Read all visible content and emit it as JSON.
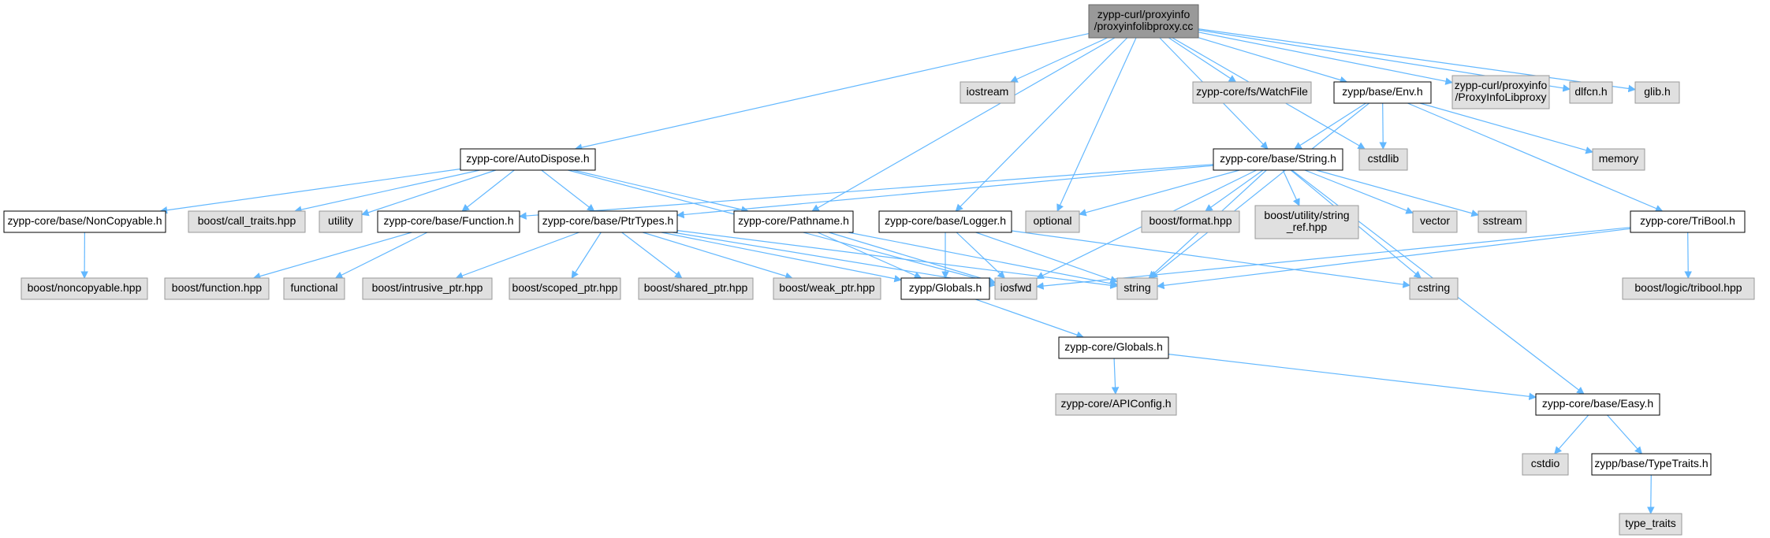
{
  "colors": {
    "edge": "#63b8ff",
    "internal_fill": "#ffffff",
    "internal_stroke": "#000000",
    "external_fill": "#e0e0e0",
    "external_stroke": "#999999",
    "root_fill": "#999999",
    "root_stroke": "#666666"
  },
  "nodes": [
    {
      "id": "root",
      "kind": "root",
      "lines": [
        "zypp-curl/proxyinfo",
        "/proxyinfolibproxy.cc"
      ]
    },
    {
      "id": "iostream",
      "kind": "external",
      "lines": [
        "iostream"
      ]
    },
    {
      "id": "watchfile",
      "kind": "external",
      "lines": [
        "zypp-core/fs/WatchFile"
      ]
    },
    {
      "id": "env",
      "kind": "internal",
      "lines": [
        "zypp/base/Env.h"
      ]
    },
    {
      "id": "proxyinfolibproxy",
      "kind": "external",
      "lines": [
        "zypp-curl/proxyinfo",
        "/ProxyInfoLibproxy"
      ]
    },
    {
      "id": "dlfcn",
      "kind": "external",
      "lines": [
        "dlfcn.h"
      ]
    },
    {
      "id": "glib",
      "kind": "external",
      "lines": [
        "glib.h"
      ]
    },
    {
      "id": "autodispose",
      "kind": "internal",
      "lines": [
        "zypp-core/AutoDispose.h"
      ]
    },
    {
      "id": "string_h",
      "kind": "internal",
      "lines": [
        "zypp-core/base/String.h"
      ]
    },
    {
      "id": "cstdlib",
      "kind": "external",
      "lines": [
        "cstdlib"
      ]
    },
    {
      "id": "memory",
      "kind": "external",
      "lines": [
        "memory"
      ]
    },
    {
      "id": "noncopyable",
      "kind": "internal",
      "lines": [
        "zypp-core/base/NonCopyable.h"
      ]
    },
    {
      "id": "call_traits",
      "kind": "external",
      "lines": [
        "boost/call_traits.hpp"
      ]
    },
    {
      "id": "utility",
      "kind": "external",
      "lines": [
        "utility"
      ]
    },
    {
      "id": "function_h",
      "kind": "internal",
      "lines": [
        "zypp-core/base/Function.h"
      ]
    },
    {
      "id": "ptrtypes",
      "kind": "internal",
      "lines": [
        "zypp-core/base/PtrTypes.h"
      ]
    },
    {
      "id": "pathname",
      "kind": "internal",
      "lines": [
        "zypp-core/Pathname.h"
      ]
    },
    {
      "id": "logger",
      "kind": "internal",
      "lines": [
        "zypp-core/base/Logger.h"
      ]
    },
    {
      "id": "optional",
      "kind": "external",
      "lines": [
        "optional"
      ]
    },
    {
      "id": "format",
      "kind": "external",
      "lines": [
        "boost/format.hpp"
      ]
    },
    {
      "id": "string_ref",
      "kind": "external",
      "lines": [
        "boost/utility/string",
        "_ref.hpp"
      ]
    },
    {
      "id": "vector",
      "kind": "external",
      "lines": [
        "vector"
      ]
    },
    {
      "id": "sstream",
      "kind": "external",
      "lines": [
        "sstream"
      ]
    },
    {
      "id": "tribool_h",
      "kind": "internal",
      "lines": [
        "zypp-core/TriBool.h"
      ]
    },
    {
      "id": "noncopyable_hpp",
      "kind": "external",
      "lines": [
        "boost/noncopyable.hpp"
      ]
    },
    {
      "id": "function_hpp",
      "kind": "external",
      "lines": [
        "boost/function.hpp"
      ]
    },
    {
      "id": "functional",
      "kind": "external",
      "lines": [
        "functional"
      ]
    },
    {
      "id": "intrusive_ptr",
      "kind": "external",
      "lines": [
        "boost/intrusive_ptr.hpp"
      ]
    },
    {
      "id": "scoped_ptr",
      "kind": "external",
      "lines": [
        "boost/scoped_ptr.hpp"
      ]
    },
    {
      "id": "shared_ptr",
      "kind": "external",
      "lines": [
        "boost/shared_ptr.hpp"
      ]
    },
    {
      "id": "weak_ptr",
      "kind": "external",
      "lines": [
        "boost/weak_ptr.hpp"
      ]
    },
    {
      "id": "zypp_globals",
      "kind": "internal",
      "lines": [
        "zypp/Globals.h"
      ]
    },
    {
      "id": "iosfwd",
      "kind": "external",
      "lines": [
        "iosfwd"
      ]
    },
    {
      "id": "string_std",
      "kind": "external",
      "lines": [
        "string"
      ]
    },
    {
      "id": "cstring",
      "kind": "external",
      "lines": [
        "cstring"
      ]
    },
    {
      "id": "tribool_hpp",
      "kind": "external",
      "lines": [
        "boost/logic/tribool.hpp"
      ]
    },
    {
      "id": "core_globals",
      "kind": "internal",
      "lines": [
        "zypp-core/Globals.h"
      ]
    },
    {
      "id": "apiconfig",
      "kind": "external",
      "lines": [
        "zypp-core/APIConfig.h"
      ]
    },
    {
      "id": "easy",
      "kind": "internal",
      "lines": [
        "zypp-core/base/Easy.h"
      ]
    },
    {
      "id": "cstdio",
      "kind": "external",
      "lines": [
        "cstdio"
      ]
    },
    {
      "id": "typetraits",
      "kind": "internal",
      "lines": [
        "zypp/base/TypeTraits.h"
      ]
    },
    {
      "id": "type_traits",
      "kind": "external",
      "lines": [
        "type_traits"
      ]
    }
  ],
  "edges": [
    [
      "root",
      "autodispose"
    ],
    [
      "root",
      "pathname"
    ],
    [
      "root",
      "iostream"
    ],
    [
      "root",
      "logger"
    ],
    [
      "root",
      "optional"
    ],
    [
      "root",
      "string_h"
    ],
    [
      "root",
      "cstdlib"
    ],
    [
      "root",
      "watchfile"
    ],
    [
      "root",
      "env"
    ],
    [
      "root",
      "proxyinfolibproxy"
    ],
    [
      "root",
      "dlfcn"
    ],
    [
      "root",
      "glib"
    ],
    [
      "autodispose",
      "noncopyable"
    ],
    [
      "autodispose",
      "call_traits"
    ],
    [
      "autodispose",
      "utility"
    ],
    [
      "autodispose",
      "function_h"
    ],
    [
      "autodispose",
      "ptrtypes"
    ],
    [
      "autodispose",
      "pathname"
    ],
    [
      "autodispose",
      "iosfwd"
    ],
    [
      "env",
      "string_h"
    ],
    [
      "env",
      "cstdlib"
    ],
    [
      "env",
      "memory"
    ],
    [
      "env",
      "tribool_h"
    ],
    [
      "env",
      "string_std"
    ],
    [
      "string_h",
      "function_h"
    ],
    [
      "string_h",
      "ptrtypes"
    ],
    [
      "string_h",
      "optional"
    ],
    [
      "string_h",
      "format"
    ],
    [
      "string_h",
      "string_ref"
    ],
    [
      "string_h",
      "vector"
    ],
    [
      "string_h",
      "sstream"
    ],
    [
      "string_h",
      "cstring"
    ],
    [
      "string_h",
      "string_std"
    ],
    [
      "string_h",
      "iosfwd"
    ],
    [
      "string_h",
      "easy"
    ],
    [
      "noncopyable",
      "noncopyable_hpp"
    ],
    [
      "function_h",
      "function_hpp"
    ],
    [
      "function_h",
      "functional"
    ],
    [
      "ptrtypes",
      "intrusive_ptr"
    ],
    [
      "ptrtypes",
      "scoped_ptr"
    ],
    [
      "ptrtypes",
      "shared_ptr"
    ],
    [
      "ptrtypes",
      "weak_ptr"
    ],
    [
      "ptrtypes",
      "zypp_globals"
    ],
    [
      "ptrtypes",
      "iosfwd"
    ],
    [
      "ptrtypes",
      "string_std"
    ],
    [
      "pathname",
      "zypp_globals"
    ],
    [
      "pathname",
      "iosfwd"
    ],
    [
      "pathname",
      "string_std"
    ],
    [
      "logger",
      "zypp_globals"
    ],
    [
      "logger",
      "iosfwd"
    ],
    [
      "logger",
      "string_std"
    ],
    [
      "logger",
      "cstring"
    ],
    [
      "tribool_h",
      "iosfwd"
    ],
    [
      "tribool_h",
      "string_std"
    ],
    [
      "tribool_h",
      "tribool_hpp"
    ],
    [
      "zypp_globals",
      "core_globals"
    ],
    [
      "core_globals",
      "apiconfig"
    ],
    [
      "core_globals",
      "easy"
    ],
    [
      "easy",
      "cstdio"
    ],
    [
      "easy",
      "typetraits"
    ],
    [
      "typetraits",
      "type_traits"
    ]
  ]
}
